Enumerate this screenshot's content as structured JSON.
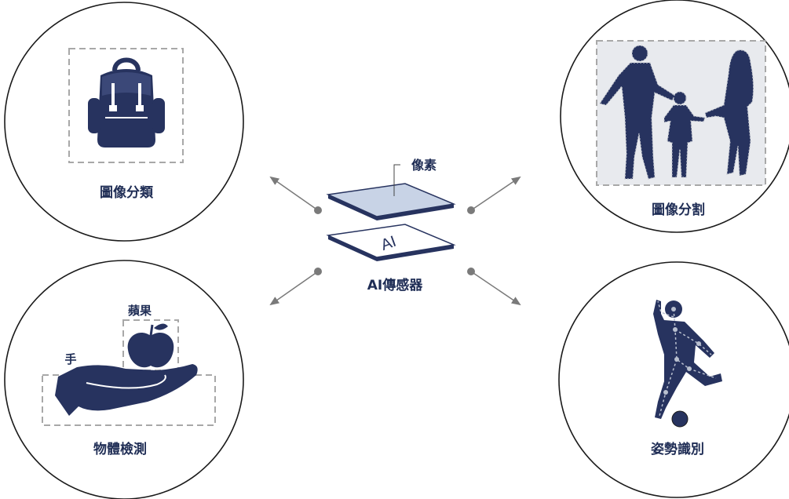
{
  "colors": {
    "navy": "#27335f",
    "circle_stroke": "#1a1a1a",
    "dash": "#a8a8a8",
    "arrow": "#7a7a7a",
    "pixel_layer": "#c8d3e6",
    "segment_bg": "#e8eaee"
  },
  "center": {
    "pixel_label": "像素",
    "chip_text": "AI",
    "sensor_label": "AI傳感器"
  },
  "panels": {
    "classification": {
      "label": "圖像分類",
      "icon": "backpack-icon"
    },
    "segmentation": {
      "label": "圖像分割",
      "icon": "family-silhouette-icon"
    },
    "detection": {
      "label": "物體檢測",
      "icon": "hand-apple-icon",
      "box_apple": "蘋果",
      "box_hand": "手"
    },
    "pose": {
      "label": "姿勢識別",
      "icon": "soccer-player-icon"
    }
  }
}
